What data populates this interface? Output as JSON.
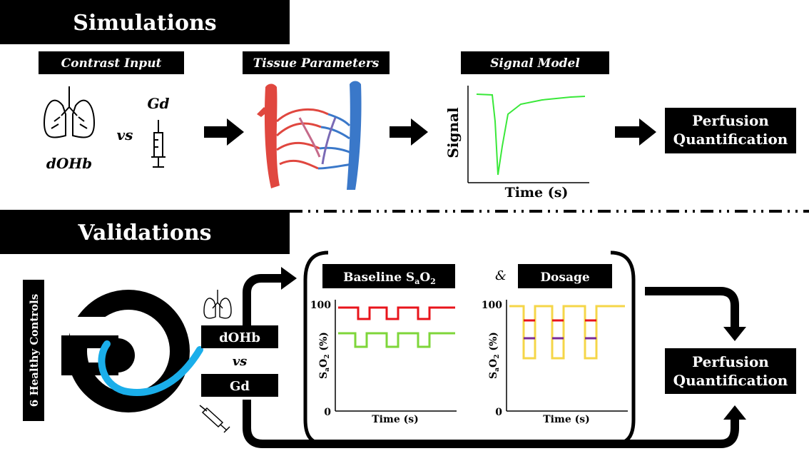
{
  "simulations": {
    "title": "Simulations",
    "contrast_input": {
      "header": "Contrast Input",
      "agent_a": "dOHb",
      "vs": "vs",
      "agent_b": "Gd"
    },
    "tissue_parameters": {
      "header": "Tissue Parameters"
    },
    "signal_model": {
      "header": "Signal Model",
      "ylabel": "Signal",
      "xlabel": "Time (s)",
      "curve_color": "#39e839"
    },
    "output": {
      "line1": "Perfusion",
      "line2": "Quantification"
    }
  },
  "validations": {
    "title": "Validations",
    "cohort": "6 Healthy Controls",
    "agent_a": "dOHb",
    "vs": "vs",
    "agent_b": "Gd",
    "ampersand": "&",
    "baseline": {
      "header": "Baseline S",
      "header_sub": "a",
      "header_tail": "O",
      "header_tail_sub": "2",
      "y_top": "100",
      "y_bottom": "0",
      "ylabel_s": "S",
      "ylabel_sub_a": "a",
      "ylabel_o": "O",
      "ylabel_sub_2": "2",
      "ylabel_unit": " (%)",
      "xlabel": "Time (s)"
    },
    "dosage": {
      "header": "Dosage",
      "y_top": "100",
      "y_bottom": "0",
      "ylabel_s": "S",
      "ylabel_sub_a": "a",
      "ylabel_o": "O",
      "ylabel_sub_2": "2",
      "ylabel_unit": " (%)",
      "xlabel": "Time (s)"
    },
    "output": {
      "line1": "Perfusion",
      "line2": "Quantification"
    }
  },
  "colors": {
    "black": "#000000",
    "red": "#e8141b",
    "green": "#7ed63a",
    "yellow": "#f5d648",
    "purple": "#7a2b97",
    "cyan": "#1aaeea",
    "artery": "#e0473f",
    "vein": "#3a78c9"
  }
}
